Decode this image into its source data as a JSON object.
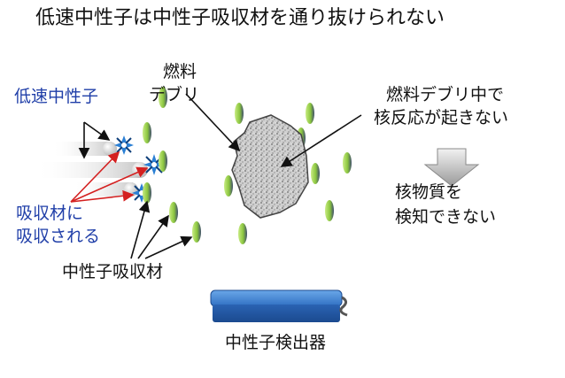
{
  "title": "低速中性子は中性子吸収材を通り抜けられない",
  "labels": {
    "slow_neutron": "低速中性子",
    "fuel_debris_line1": "燃料",
    "fuel_debris_line2": "デブリ",
    "no_reaction_line1": "燃料デブリ中で",
    "no_reaction_line2": "核反応が起きない",
    "absorbed_line1": "吸収材に",
    "absorbed_line2": "吸収される",
    "neutron_absorber": "中性子吸収材",
    "cannot_detect_line1": "核物質を",
    "cannot_detect_line2": "検知できない",
    "neutron_detector": "中性子検出器"
  },
  "colors": {
    "label_blue": "#1f3ea8",
    "absorber_green": "#8cc63f",
    "absorber_dark": "#3f4f6a",
    "detector_blue": "#2f6fc2",
    "arrow_red": "#d42020",
    "arrow_black": "#111111"
  },
  "icons": {
    "absorber": "green-pellet-icon",
    "impact": "spark-burst-icon",
    "detector": "detector-box-icon"
  }
}
